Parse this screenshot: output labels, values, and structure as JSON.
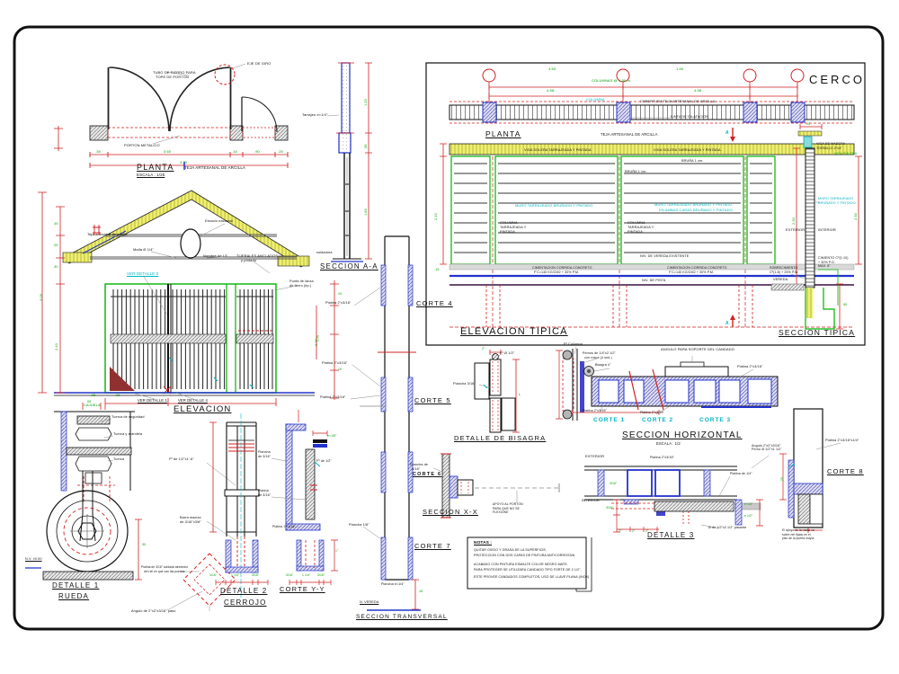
{
  "titles": {
    "planta_gate": "PLANTA",
    "planta_gate_scale": "ESCALA : 1/25",
    "elevacion": "ELEVACION",
    "seccion_aa": "SECCION  A-A",
    "cerco": "CERCO",
    "planta_cerco": "PLANTA",
    "elevacion_tipica": "ELEVACION  TIPICA",
    "seccion_tipica": "SECCION  TIPICA",
    "corte1": "CORTE  1",
    "corte2": "CORTE  2",
    "corte3": "CORTE  3",
    "corte4": "CORTE  4",
    "corte5": "CORTE  5",
    "corte6": "CORTE  6",
    "corte7": "CORTE  7",
    "corte8": "CORTE  8",
    "detalle_bisagra": "DETALLE  DE  BISAGRA",
    "seccion_xx": "SECCION  X-X",
    "seccion_horizontal": "SECCION  HORIZONTAL",
    "seccion_horizontal_scale": "ESCALA : 1/2",
    "detalle3": "DETALLE  3",
    "detalle1": "DETALLE  1",
    "rueda": "RUEDA",
    "detalle2": "DETALLE  2",
    "cerrojo": "CERROJO",
    "corte_yy": "CORTE  Y-Y",
    "seccion_transversal": "SECCION  TRANSVERSAL",
    "notas": "NOTAS :"
  },
  "labels": {
    "teja1": "TEJA ARTESANAL DE ARCILLA",
    "tubo1": "TUBO DE FIERRO PARA",
    "tubo2": "TOPE DE PORTON",
    "eje_giro": "EJE DE GIRO",
    "porton_met": "PORTON METALICO",
    "teja2": "Teja artesanal de arcilla",
    "malla": "Malla Ø 1/4\"",
    "escudo": "Escudo nacional",
    "nombre_ie": "Nombre de I.E.",
    "tijerales1": "TIJERALES ANCLADOS",
    "tijerales2": "y pintado",
    "ver_det3": "VER DETALLE 3",
    "punta1": "Punta de lanza",
    "punta2": "de fierro (tip.)",
    "cajuela": "CAJUELA",
    "ver_det1": "VER DETALLE 1",
    "ver_det4": "VER DETALLE 4",
    "tarrajeo": "Tarrajeo e=1/4\"",
    "soldadura": "soldadura",
    "columna_cy": "COLUMNA",
    "cobertura": "COBERTURA TEJA ARTESANAL DE ARCILLA",
    "junta": "JUNTA DE DILATACION",
    "columnas_mod": "COLUMNAS @ 4.50 m.",
    "teja3": "TEJA ARTESANAL DE ARCILLA",
    "viga_solera": "VIGA SOLERA TARRAJEADA Y PINTADA",
    "bruna": "BRUÑA 1 cm.",
    "muro1": "MURO TARRAJEADO BRUÑADO Y PINTADO",
    "muro2b": "EN AMBAS CARAS BRUÑADO Y PINTADO",
    "col_tar1": "COLUMNA",
    "col_tar2": "TARRAJEADA Y",
    "col_tar3": "PINTADA",
    "niv_vereda": "NIV. DE VEREDA EXISTENTE",
    "niv_pista": "NIV. DE PISTA",
    "cim1": "CIMENTACION CORRIDA CONCRETO",
    "cim2": "F'C=140 KG/CM2 + 30% P.M.",
    "marker_a": "A",
    "viga_madera1": "VIGA DE MADERA",
    "viga_madera2": "TORNILLO 2\"x3\"",
    "viga_solera_g": "VIGA SOLERA",
    "muro3a": "MURO TARRAJEADO",
    "muro3b": "BRUÑADO Y PINTADO",
    "exterior": "EXTERIOR",
    "interior": "INTERIOR",
    "cimiento1": "CIMIENTO Cº(1:10)",
    "cimiento2": "+ 30% P.G.",
    "cimiento3": "MAX. 6\"",
    "sobrecim1": "SOBRECIMIENTO",
    "sobrecim2": "Cº(1:8) + 25% P.M.",
    "vereda": "VEREDA",
    "platina_2316": "Platina 2\"x3/16\"",
    "plancha_18": "Plancha 1/8\"",
    "plancha_14": "Plancha e=1/4\"",
    "n_vereda": "N. VEREDA",
    "fo_12": "Fº Ø 1/2\"",
    "plancha_316": "Plancha 3/16\"",
    "plancha_de": "Plancha de",
    "p316": "3/16\"",
    "apoyo1": "APOYO AL PORTON",
    "apoyo2": "PARA QUE NO SE",
    "apoyo3": "FLEXIONE",
    "fo_columna": "Fº Columna",
    "pernos1": "Pernos de 1/4\"x2 1/2\"",
    "pernos2": "con rosca (4 und.)",
    "bisagra4": "Bisagra 4\"",
    "angulo_candado": "ANGULO PARA SOPORTE DEL CANDADO",
    "angulo_2216": "Angulo 2\"x2\"x3/16\"",
    "platina_14": "Platina de 1/4\"",
    "perno_12": "Perno Ø 1/2\"x1 1/2\"",
    "pasante": "Ø de 1/2\"x2 1/2\" pasante",
    "platina_c8": "Platina 2\"x3/16\"x1/4\"",
    "nota8a": "El apoyo de la rueda va",
    "nota8b": "sobre riel fijado en el",
    "nota8c": "piso de la puerta mayor.",
    "tuerca_seg": "Tuerca de seguridad",
    "tuerca_ara": "Tuerca y arandela",
    "tuerca": "Tuerca",
    "nv000": "N.V. ±0.00",
    "platina_sold1": "Platina de 3/16\" soldada alrededor",
    "platina_sold2": "del riel en que van las puertas",
    "angulo_paso": "Angulo de 2\"x2\"x3/16\" paso",
    "fo_12_16": "Fº de 1/2\"x1'-6\"",
    "barra1": "Barra maciza",
    "barra2": "de 3/16\"x3/8\"",
    "plancha2a": "Plancha",
    "plancha2b": "de 3/16\"",
    "platina2a": "Platina",
    "platina2b": "de 3/16\"",
    "platina_1316": "Platina 1\"x3/16\"",
    "fo12b": "Fº de 1/2\""
  },
  "dims": {
    "planta": [
      ".35",
      "3.60",
      ".15",
      ".90",
      ".25",
      "4.70"
    ],
    "elev": [
      "3.05",
      ".45",
      ".25",
      ".30",
      "2.40",
      "2.40",
      ".05",
      ".05"
    ],
    "saa": [
      "1.20",
      ".35",
      "1.80"
    ],
    "cercop": [
      "4.50",
      "1.50",
      "4.58",
      "4.58"
    ],
    "elevt": [
      "2.40",
      ".15",
      "2.30"
    ],
    "sect": [
      "2.30",
      ".15",
      ".50"
    ],
    "strip": [
      ".15",
      ".15",
      "1.75",
      ".15"
    ],
    "bis": [
      "2\"",
      "L"
    ],
    "d3": [
      "3/16\"",
      "3/16\"",
      "2\"",
      "2\"",
      "2\"",
      "e 1/4\"",
      "e 1/2\"",
      ".25"
    ],
    "rueda": [
      ".05",
      ".30"
    ],
    "d2": [
      "3/16\"",
      "1 1/4\"",
      "3/16\""
    ],
    "yy": [
      "e=1/8\"",
      "3/16\"",
      "1 1/4\"",
      "3/16\"",
      "1\""
    ]
  },
  "notas": {
    "lines": [
      "QUITAR OXIDO Y GRASA DE LA SUPERFICIE,",
      "PROTECCION CON DOS CAPAS DE PINTURA ANTICORROSIVA",
      "ACABADO CON PINTURA ESMALTE COLOR NEGRO MATE.",
      "PARA PROTEGER SE UTILIZARA CANDADO TIPO FORTE DE 2 1/2\",",
      "ESTE PROVEE CANDADOS COMPLETOS, USO DE LLAVE PLANA (INOX)"
    ]
  },
  "colors": {
    "dim_red": "#d02020",
    "dim_green": "#009c00",
    "note_cyan": "#00b4c4",
    "steel_blue": "#2233cc",
    "tile_yellow": "#efef72",
    "frame_green": "#00b400"
  }
}
